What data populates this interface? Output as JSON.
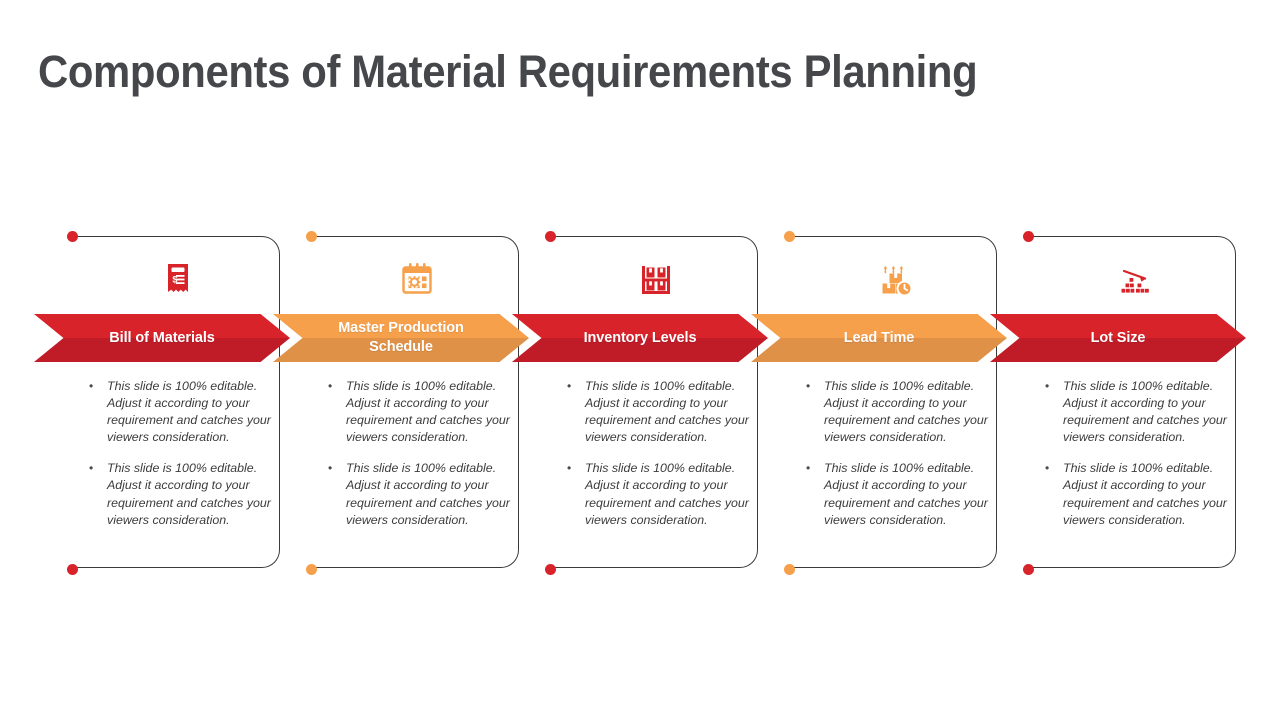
{
  "slide": {
    "title": "Components of Material Requirements Planning",
    "background_color": "#FFFFFF",
    "title_color": "#46474A"
  },
  "palette": {
    "red_light": "#D8232A",
    "red_dark": "#C01C28",
    "orange_light": "#F6A04B",
    "orange_dark": "#DF9148",
    "outline": "#3A3A3A",
    "body_text": "#3C3C3C"
  },
  "bullet_text": {
    "line": "This slide is 100% editable. Adjust it according to your requirement and catches your viewers consideration."
  },
  "columns": [
    {
      "label": "Bill of Materials",
      "icon": "invoice-receipt-icon",
      "color_light": "#D8232A",
      "color_dark": "#C01C28",
      "dot_color": "#D8232A",
      "bullets": [
        "This slide is 100% editable. Adjust it according to your requirement and catches your viewers consideration.",
        "This slide is 100% editable. Adjust it according to your requirement and catches your viewers consideration."
      ]
    },
    {
      "label": "Master Production Schedule",
      "icon": "calendar-gear-icon",
      "color_light": "#F6A04B",
      "color_dark": "#DF9148",
      "dot_color": "#F6A04B",
      "bullets": [
        "This slide is 100% editable. Adjust it according to your requirement and catches your viewers consideration.",
        "This slide is 100% editable. Adjust it according to your requirement and catches your viewers consideration."
      ]
    },
    {
      "label": "Inventory Levels",
      "icon": "warehouse-shelf-icon",
      "color_light": "#D8232A",
      "color_dark": "#C01C28",
      "dot_color": "#D8232A",
      "bullets": [
        "This slide is 100% editable. Adjust it according to your requirement and catches your viewers consideration.",
        "This slide is 100% editable. Adjust it according to your requirement and catches your viewers consideration."
      ]
    },
    {
      "label": "Lead Time",
      "icon": "boxes-clock-icon",
      "color_light": "#F6A04B",
      "color_dark": "#DF9148",
      "dot_color": "#F6A04B",
      "bullets": [
        "This slide is 100% editable. Adjust it according to your requirement and catches your viewers consideration.",
        "This slide is 100% editable. Adjust it according to your requirement and catches your viewers consideration."
      ]
    },
    {
      "label": "Lot Size",
      "icon": "declining-blocks-arrow-icon",
      "color_light": "#D8232A",
      "color_dark": "#C01C28",
      "dot_color": "#D8232A",
      "bullets": [
        "This slide is 100% editable. Adjust it according to your requirement and catches your viewers consideration.",
        "This slide is 100% editable. Adjust it according to your requirement and catches your viewers consideration."
      ]
    }
  ]
}
